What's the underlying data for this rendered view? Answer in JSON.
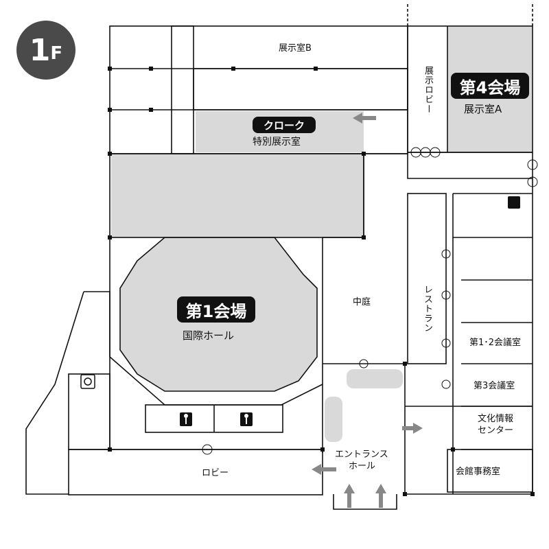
{
  "floor": {
    "number": "1",
    "suffix": "F"
  },
  "venues": {
    "hall1": {
      "title": "第1会場",
      "subtitle": "国際ホール"
    },
    "hall4": {
      "title": "第4会場",
      "subtitle": "展示室A"
    },
    "cloak": {
      "title": "クローク",
      "subtitle": "特別展示室"
    }
  },
  "rooms": {
    "exhibit_b": "展示室B",
    "exhibit_lobby": "展示ロビー",
    "courtyard": "中庭",
    "restaurant": "レストラン",
    "conf_12": "第1･2会議室",
    "conf_3": "第3会議室",
    "culture_center_line1": "文化情報",
    "culture_center_line2": "センター",
    "office": "会館事務室",
    "entrance_line1": "エントランス",
    "entrance_line2": "ホール",
    "lobby": "ロビー"
  },
  "colors": {
    "shade": "#d9d9d9",
    "wall": "#111111",
    "badge": "#4a4a4a",
    "pill": "#111111",
    "arrow": "#888888"
  }
}
